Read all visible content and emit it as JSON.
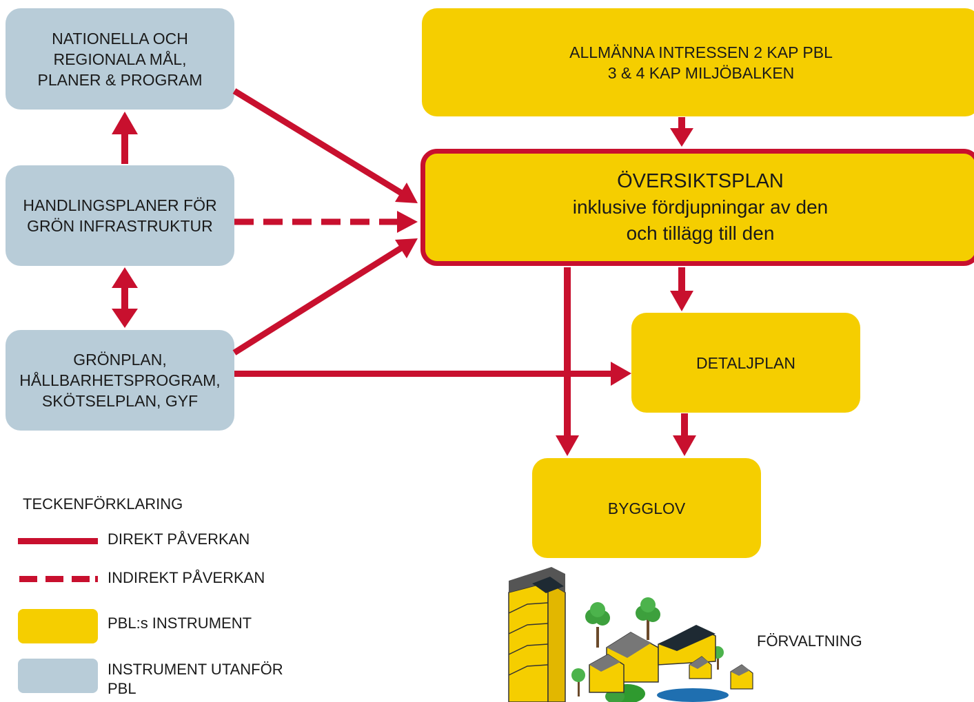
{
  "boxes": {
    "nationella": [
      "NATIONELLA OCH",
      "REGIONALA MÅL,",
      "PLANER & PROGRAM"
    ],
    "handlingsplaner": [
      "HANDLINGSPLANER FÖR",
      "GRÖN INFRASTRUKTUR"
    ],
    "gronplan": [
      "GRÖNPLAN,",
      "HÅLLBARHETSPROGRAM,",
      "SKÖTSELPLAN, GYF"
    ],
    "allmanna": [
      "ALLMÄNNA INTRESSEN 2 KAP PBL",
      "3 & 4 KAP MILJÖBALKEN"
    ],
    "oversiktsplan": {
      "title": "ÖVERSIKTSPLAN",
      "lines": [
        "inklusive fördjupningar av den",
        "och tillägg till den"
      ]
    },
    "detaljplan": "DETALJPLAN",
    "bygglov": "BYGGLOV"
  },
  "forvaltning": "FÖRVALTNING",
  "legend": {
    "title": "TECKENFÖRKLARING",
    "direkt": "DIREKT PÅVERKAN",
    "indirekt": "INDIREKT PÅVERKAN",
    "pbl": "PBL:s INSTRUMENT",
    "utanfor": [
      "INSTRUMENT UTANFÖR",
      "PBL"
    ]
  },
  "colors": {
    "arrow": "#c8102e",
    "pbl_yellow": "#f5ce00",
    "outside_blue": "#b8ccd8"
  },
  "icons": [
    "town-illustration-icon"
  ]
}
